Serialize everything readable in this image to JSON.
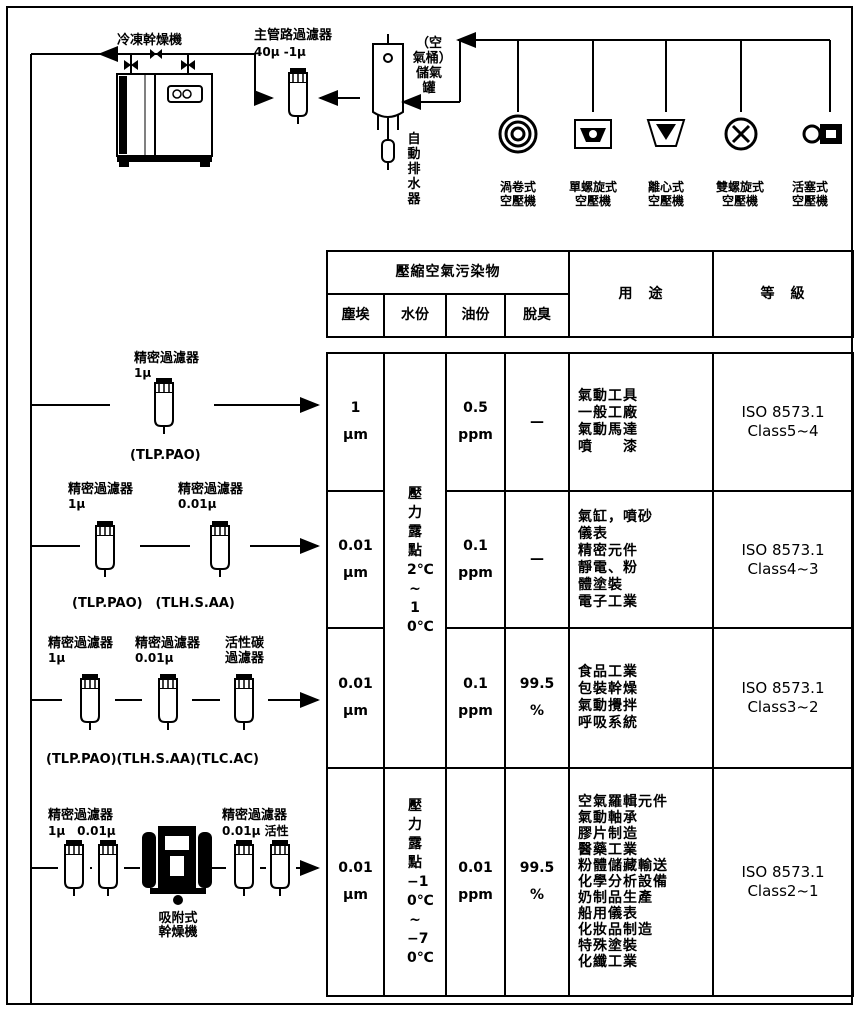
{
  "top": {
    "dryer_label": "冷凍幹燥機",
    "main_filter_label": "主管路過濾器",
    "main_filter_spec": "40μ -1μ",
    "tank_label": "（空氣桶）儲氣罐",
    "drain_label": "自動排水器",
    "compressors": [
      {
        "line1": "渦卷式",
        "line2": "空壓機"
      },
      {
        "line1": "單螺旋式",
        "line2": "空壓機"
      },
      {
        "line1": "離心式",
        "line2": "空壓機"
      },
      {
        "line1": "雙螺旋式",
        "line2": "空壓機"
      },
      {
        "line1": "活塞式",
        "line2": "空壓機"
      }
    ]
  },
  "table": {
    "header_group": "壓縮空氣污染物",
    "col_dust": "塵埃",
    "col_water": "水份",
    "col_oil": "油份",
    "col_odor": "脫臭",
    "col_use": "用　途",
    "col_grade": "等　級",
    "water_merged": "壓力露點2℃~10℃",
    "water_row4": "壓力露點−10℃~−70℃",
    "rows": [
      {
        "dust1": "1",
        "dust2": "μm",
        "oil1": "0.5",
        "oil2": "ppm",
        "odor1": "—",
        "odor2": "",
        "uses": [
          "氣動工具",
          "一般工廠",
          "氣動馬達",
          "噴　　漆"
        ],
        "grade1": "ISO 8573.1",
        "grade2": "Class5~4"
      },
      {
        "dust1": "0.01",
        "dust2": "μm",
        "oil1": "0.1",
        "oil2": "ppm",
        "odor1": "—",
        "odor2": "",
        "uses": [
          "氣缸，噴砂",
          "儀表",
          "精密元件",
          "靜電、粉",
          "體塗裝",
          "電子工業"
        ],
        "grade1": "ISO 8573.1",
        "grade2": "Class4~3"
      },
      {
        "dust1": "0.01",
        "dust2": "μm",
        "oil1": "0.1",
        "oil2": "ppm",
        "odor1": "99.5",
        "odor2": "%",
        "uses": [
          "食品工業",
          "包裝幹燥",
          "氣動攪拌",
          "呼吸系統"
        ],
        "grade1": "ISO 8573.1",
        "grade2": "Class3~2"
      },
      {
        "dust1": "0.01",
        "dust2": "μm",
        "oil1": "0.01",
        "oil2": "ppm",
        "odor1": "99.5",
        "odor2": "%",
        "uses": [
          "空氣羅輯元件",
          "氣動軸承",
          "膠片制造",
          "醫藥工業",
          "粉體儲藏輸送",
          "化學分析設備",
          "奶制品生產",
          "船用儀表",
          "化妝品制造",
          "特殊塗裝",
          "化纖工業"
        ],
        "grade1": "ISO 8573.1",
        "grade2": "Class2~1"
      }
    ]
  },
  "filters": {
    "r1_label": "精密過濾器",
    "r1_spec": "1μ",
    "r1_code": "(TLP.PAO)",
    "r2_a_label": "精密過濾器",
    "r2_a_spec": "1μ",
    "r2_b_label": "精密過濾器",
    "r2_b_spec": "0.01μ",
    "r2_codes": "(TLP.PAO)　(TLH.S.AA)",
    "r3_a_label": "精密過濾器",
    "r3_a_spec": "1μ",
    "r3_b_label": "精密過濾器",
    "r3_b_spec": "0.01μ",
    "r3_c_label1": "活性碳",
    "r3_c_label2": "過濾器",
    "r3_codes": "(TLP.PAO)(TLH.S.AA)(TLC.AC)",
    "r4_a_label": "精密過濾器",
    "r4_a_spec": "1μ　0.01μ",
    "r4_b_label": "精密過濾器",
    "r4_b_spec": "0.01μ 活性",
    "r4_dryer_line1": "吸附式",
    "r4_dryer_line2": "幹燥機"
  }
}
